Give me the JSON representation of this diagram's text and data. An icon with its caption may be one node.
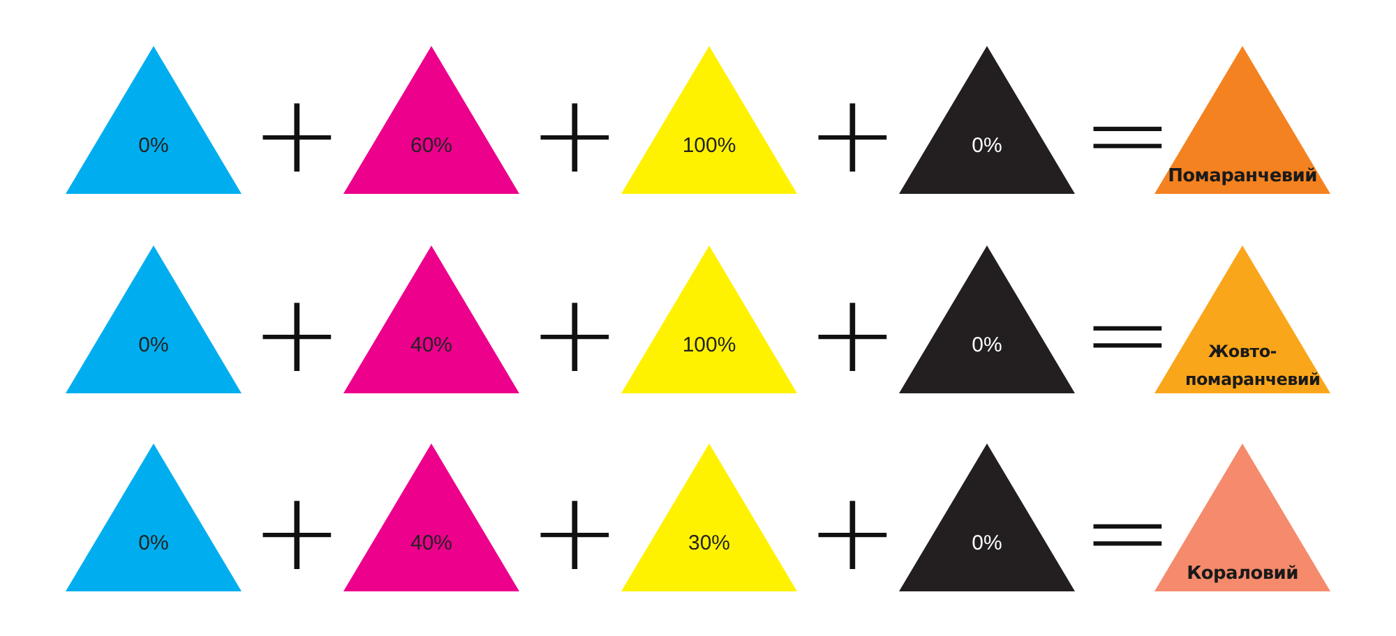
{
  "diagram": {
    "nodes": [
      {
        "text": [
          "0%"
        ]
      },
      {
        "text": [
          "60%"
        ]
      },
      {
        "text": [
          "100%"
        ]
      },
      {
        "text": [
          "0%"
        ]
      },
      {
        "text": [
          "Помаранчевий"
        ]
      },
      {
        "text": [
          "0%"
        ]
      },
      {
        "text": [
          "40%"
        ]
      },
      {
        "text": [
          "100%"
        ]
      },
      {
        "text": [
          "0%"
        ]
      },
      {
        "text": [
          "Жовто-помаранчевий"
        ]
      },
      {
        "text": [
          "0%"
        ]
      },
      {
        "text": [
          "40%"
        ]
      },
      {
        "text": [
          "30%"
        ]
      },
      {
        "text": [
          "0%"
        ]
      },
      {
        "text": [
          "Кораловий"
        ]
      }
    ],
    "labels": [
      "+",
      "+",
      "+",
      "=",
      "+",
      "+",
      "+",
      "=",
      "+",
      "+",
      "+",
      "="
    ]
  }
}
